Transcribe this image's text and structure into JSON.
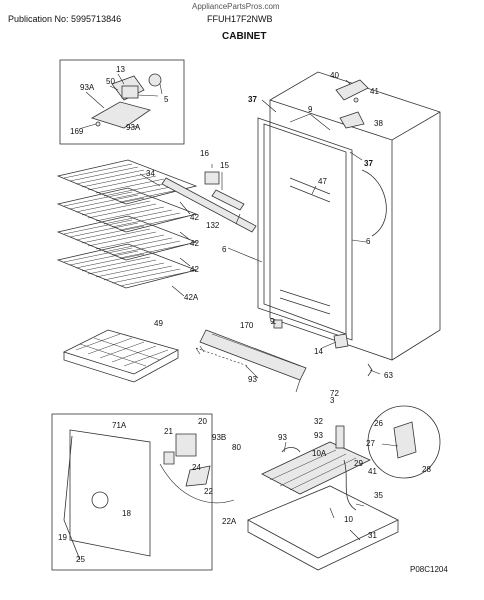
{
  "header": {
    "watermark": "AppliancePartsPros.com",
    "publication": "Publication No: 5995713846",
    "model": "FFUH17F2NWB",
    "section": "CABINET"
  },
  "footer": {
    "code": "P08C1204"
  },
  "callouts": {
    "c13": "13",
    "c50": "50",
    "c93a_1": "93A",
    "c5": "5",
    "c169": "169",
    "c93a_2": "93A",
    "c34": "34",
    "c16": "16",
    "c15": "15",
    "c42_1": "42",
    "c132": "132",
    "c42_2": "42",
    "c42_3": "42",
    "c42a": "42A",
    "c49": "49",
    "c170": "170",
    "c9_bottom": "9",
    "c14": "14",
    "c93_mid": "93",
    "c72": "72",
    "c63": "63",
    "c40": "40",
    "c41_top": "41",
    "c38": "38",
    "c37_left": "37",
    "c9_top": "9",
    "c37_right": "37",
    "c47": "47",
    "c6_left": "6",
    "c6_right": "6",
    "c3": "3",
    "c32": "32",
    "c26": "26",
    "c27": "27",
    "c93_low1": "93",
    "c93_low2": "93",
    "c10a": "10A",
    "c29": "29",
    "c41_low": "41",
    "c28": "28",
    "c35": "35",
    "c10": "10",
    "c31": "31",
    "c71a": "71A",
    "c20": "20",
    "c21": "21",
    "c93b": "93B",
    "c80": "80",
    "c24": "24",
    "c22": "22",
    "c18": "18",
    "c22a": "22A",
    "c19": "19",
    "c25": "25"
  }
}
